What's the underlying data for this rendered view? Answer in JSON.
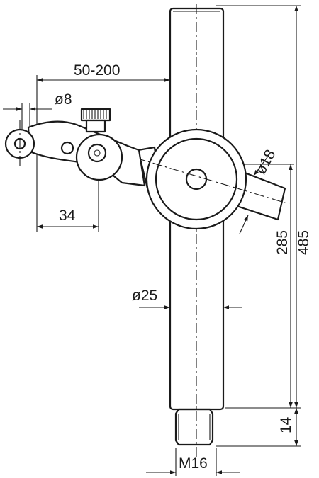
{
  "dimensions": {
    "arm_reach": "50-200",
    "pin_diameter": "ø8",
    "clamp_diameter": "ø18",
    "tip_offset": "34",
    "rod_diameter": "ø25",
    "clamp_height": "285",
    "total_height": "485",
    "thread_length": "14",
    "thread_size": "M16"
  }
}
